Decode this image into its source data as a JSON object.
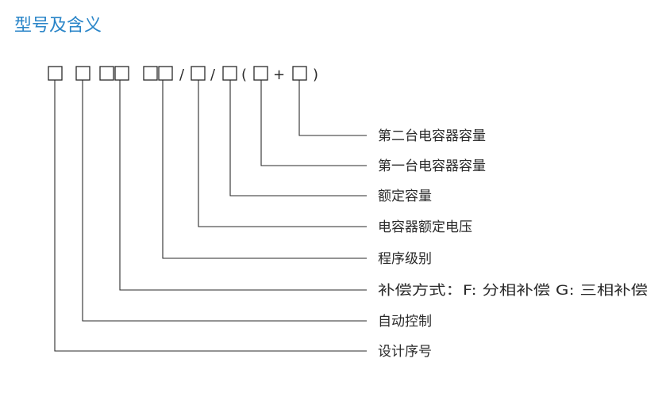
{
  "title": "型号及含义",
  "code_format": {
    "separators": [
      "/",
      "/",
      "(",
      "+",
      ")"
    ]
  },
  "descriptions": [
    "第二台电容器容量",
    "第一台电容器容量",
    "额定容量",
    "电容器额定电压",
    "程序级别",
    "补偿方式：F: 分相补偿 G: 三相补偿",
    "自动控制",
    "设计序号"
  ],
  "colors": {
    "title": "#2a85c8",
    "line": "#2a2a2a",
    "text": "#2a2a2a"
  }
}
